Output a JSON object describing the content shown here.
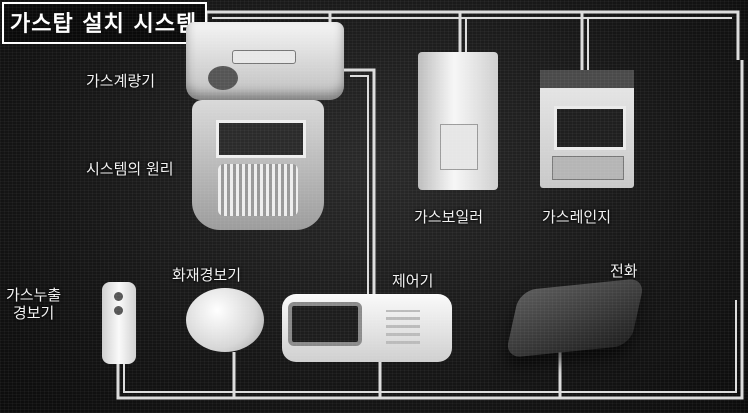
{
  "title": "가스탑 설치 시스템",
  "labels": {
    "meter": "가스계량기",
    "principle": "시스템의 원리",
    "boiler": "가스보일러",
    "range": "가스레인지",
    "leak_detector_line1": "가스누출",
    "leak_detector_line2": "경보기",
    "fire_alarm": "화재경보기",
    "controller": "제어기",
    "phone": "전화"
  },
  "colors": {
    "background": "#161616",
    "pipe": "#e6e6e6",
    "device": "#e0e0e0"
  }
}
